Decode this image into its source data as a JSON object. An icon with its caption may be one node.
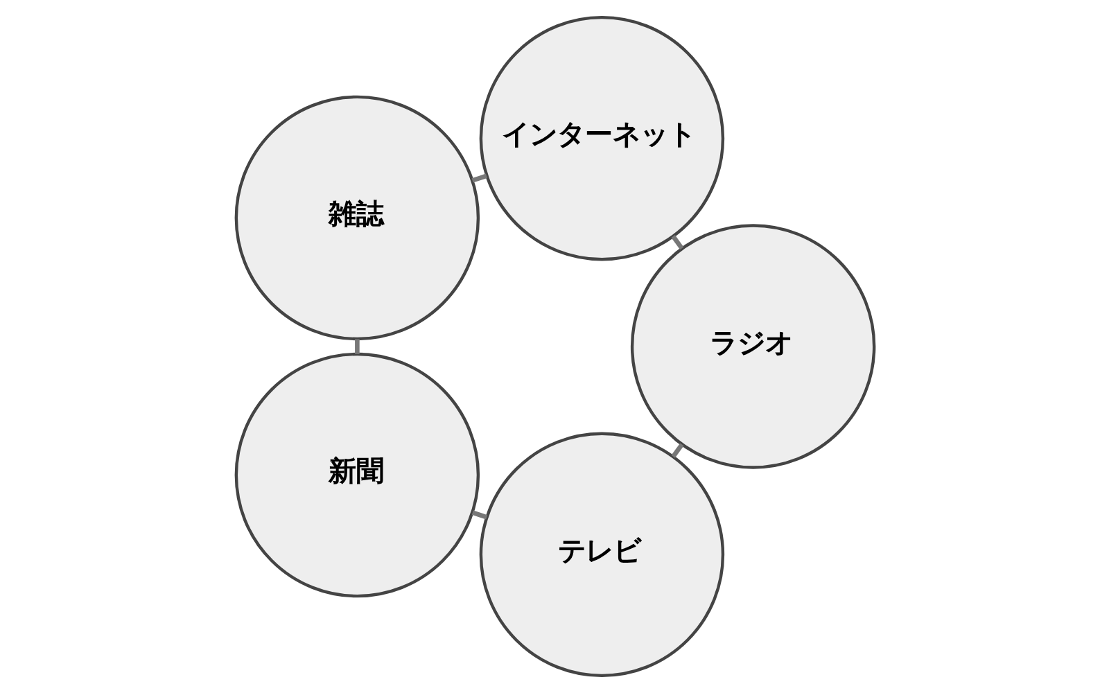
{
  "diagram": {
    "nodes": [
      {
        "text": [
          "テレビ"
        ]
      },
      {
        "text": [
          "新聞"
        ]
      },
      {
        "text": [
          "ラジオ"
        ]
      },
      {
        "text": [
          "雑誌"
        ]
      },
      {
        "text": [
          "インターネット"
        ]
      }
    ],
    "edges": [
      {
        "from": 0,
        "to": 1,
        "arrow": "none"
      },
      {
        "from": 1,
        "to": 3,
        "arrow": "none"
      },
      {
        "from": 3,
        "to": 4,
        "arrow": "none"
      },
      {
        "from": 4,
        "to": 2,
        "arrow": "none"
      },
      {
        "from": 2,
        "to": 0,
        "arrow": "none"
      }
    ]
  }
}
